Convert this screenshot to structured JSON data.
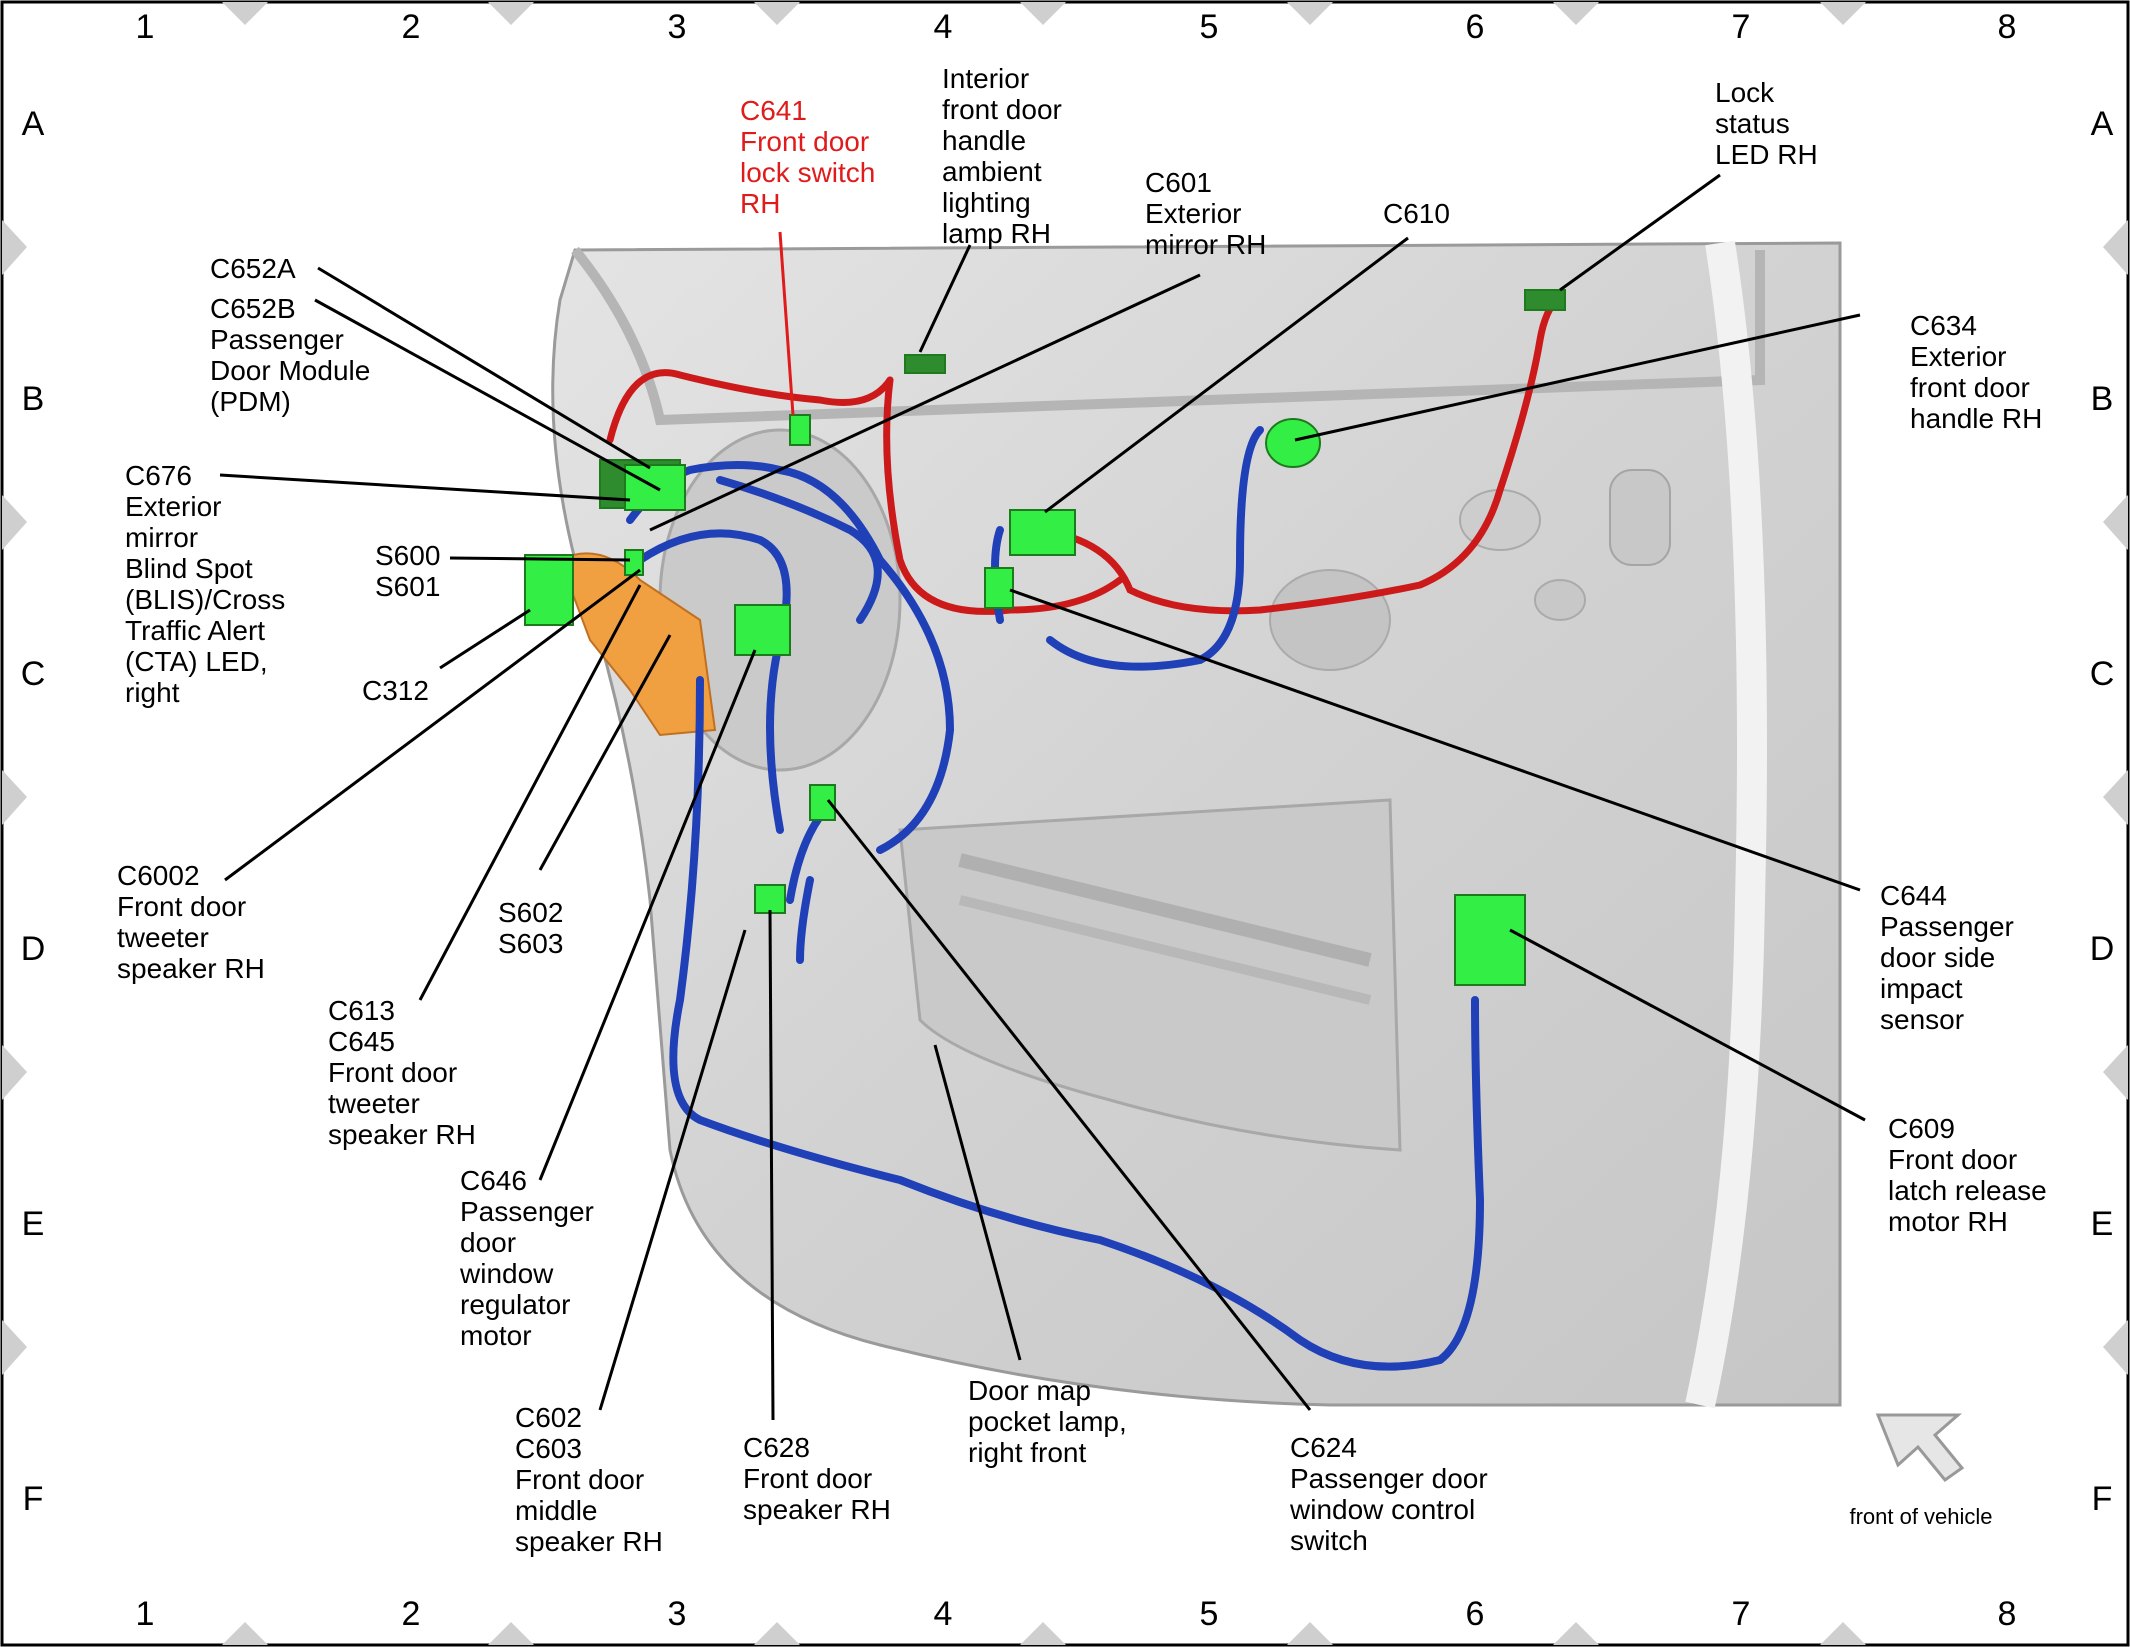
{
  "grid": {
    "columns": [
      "1",
      "2",
      "3",
      "4",
      "5",
      "6",
      "7",
      "8"
    ],
    "rows": [
      "A",
      "B",
      "C",
      "D",
      "E",
      "F"
    ]
  },
  "callouts": {
    "c641": [
      "C641",
      "Front door",
      "lock switch",
      "RH"
    ],
    "interior_lamp": [
      "Interior",
      "front door",
      "handle",
      "ambient",
      "lighting",
      "lamp RH"
    ],
    "c601": [
      "C601",
      "Exterior",
      "mirror RH"
    ],
    "c610": [
      "C610"
    ],
    "lock_led": [
      "Lock",
      "status",
      "LED RH"
    ],
    "c652a": [
      "C652A"
    ],
    "c652b": [
      "C652B",
      "Passenger",
      "Door Module",
      "(PDM)"
    ],
    "c634": [
      "C634",
      "Exterior",
      "front door",
      "handle RH"
    ],
    "c676": [
      "C676",
      "Exterior",
      "mirror",
      "Blind Spot",
      "(BLIS)/Cross",
      "Traffic Alert",
      "(CTA) LED,",
      "right"
    ],
    "s600": [
      "S600",
      "S601"
    ],
    "c312": [
      "C312"
    ],
    "c6002": [
      "C6002",
      "Front door",
      "tweeter",
      "speaker RH"
    ],
    "s602": [
      "S602",
      "S603"
    ],
    "c613": [
      "C613",
      "C645",
      "Front door",
      "tweeter",
      "speaker RH"
    ],
    "c646": [
      "C646",
      "Passenger",
      "door",
      "window",
      "regulator",
      "motor"
    ],
    "c644": [
      "C644",
      "Passenger",
      "door side",
      "impact",
      "sensor"
    ],
    "c609": [
      "C609",
      "Front door",
      "latch release",
      "motor RH"
    ],
    "c602": [
      "C602",
      "C603",
      "Front door",
      "middle",
      "speaker RH"
    ],
    "c628": [
      "C628",
      "Front door",
      "speaker RH"
    ],
    "map_lamp": [
      "Door map",
      "pocket lamp,",
      "right front"
    ],
    "c624": [
      "C624",
      "Passenger door",
      "window control",
      "switch"
    ]
  },
  "direction_label": "front of vehicle",
  "colors": {
    "connector": "#33ee44",
    "connector_dark": "#2e8b2e",
    "harness_blue": "#2040b8",
    "harness_red": "#cc1a1a",
    "highlight_red": "#e01b1b",
    "door_panel": "#d6d6d6",
    "bracket_orange": "#f0a040"
  }
}
